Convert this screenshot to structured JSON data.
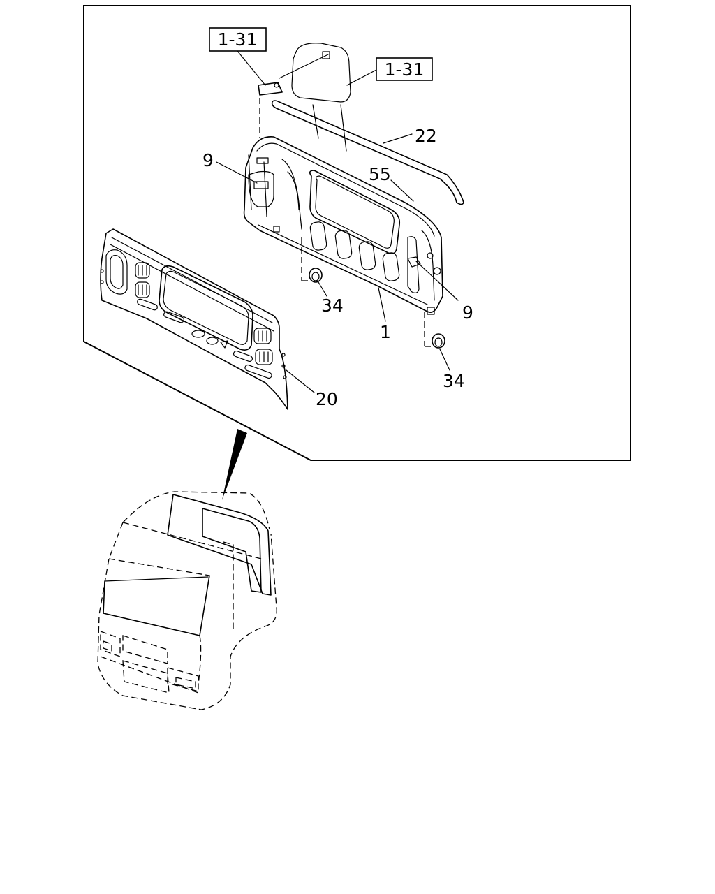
{
  "callouts": {
    "ref_top_left": "1-31",
    "ref_top_right": "1-31",
    "part_22": "22",
    "part_55": "55",
    "part_9_left": "9",
    "part_9_right": "9",
    "part_34_left": "34",
    "part_34_right": "34",
    "part_1": "1",
    "part_20": "20"
  }
}
